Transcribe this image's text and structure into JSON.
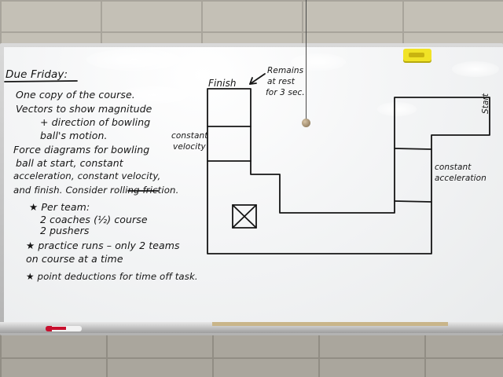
{
  "board": {
    "heading": "Due Friday:",
    "notes": [
      "One copy of the course.",
      "Vectors to show magnitude",
      "+ direction of bowling",
      "ball's motion.",
      "Force diagrams for bowling",
      "ball at start, constant",
      "acceleration, constant velocity,",
      "and finish. Consider rolling friction.",
      "★ Per team:",
      "2 coaches (½) course",
      "2 pushers",
      "★ practice runs – only 2 teams",
      "on course at a time",
      "★ point deductions for time off task."
    ],
    "diagram": {
      "finish": "Finish",
      "rest_note": [
        "Remains",
        "at rest",
        "for 3 sec."
      ],
      "velocity_note": [
        "constant",
        "velocity"
      ],
      "acceleration_note": [
        "constant",
        "acceleration"
      ],
      "start": "Start"
    }
  },
  "colors": {
    "ink": "#151515",
    "board": "#f4f5f6",
    "eraser": "#f1e326",
    "marker_cap": "#c8102e"
  }
}
